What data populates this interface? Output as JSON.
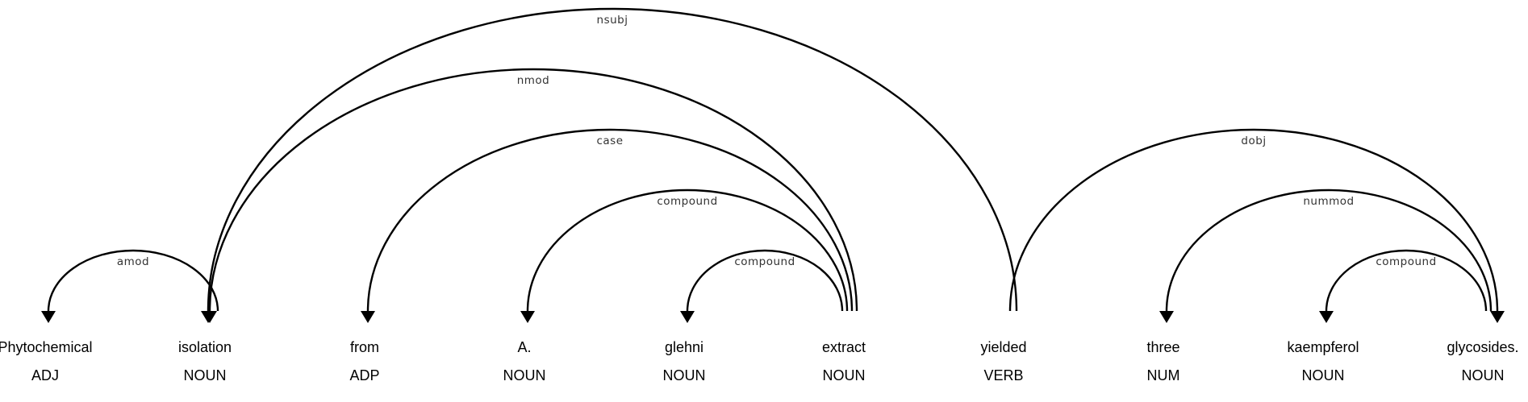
{
  "tokens": [
    {
      "text": "Phytochemical",
      "tag": "ADJ"
    },
    {
      "text": "isolation",
      "tag": "NOUN"
    },
    {
      "text": "from",
      "tag": "ADP"
    },
    {
      "text": "A.",
      "tag": "NOUN"
    },
    {
      "text": "glehni",
      "tag": "NOUN"
    },
    {
      "text": "extract",
      "tag": "NOUN"
    },
    {
      "text": "yielded",
      "tag": "VERB"
    },
    {
      "text": "three",
      "tag": "NUM"
    },
    {
      "text": "kaempferol",
      "tag": "NOUN"
    },
    {
      "text": "glycosides.",
      "tag": "NOUN"
    }
  ],
  "arcs": [
    {
      "label": "amod",
      "head": 1,
      "dep": 0
    },
    {
      "label": "nsubj",
      "head": 6,
      "dep": 1
    },
    {
      "label": "nmod",
      "head": 5,
      "dep": 1
    },
    {
      "label": "case",
      "head": 5,
      "dep": 2
    },
    {
      "label": "compound",
      "head": 5,
      "dep": 3
    },
    {
      "label": "compound",
      "head": 5,
      "dep": 4
    },
    {
      "label": "dobj",
      "head": 6,
      "dep": 9
    },
    {
      "label": "nummod",
      "head": 9,
      "dep": 7
    },
    {
      "label": "compound",
      "head": 9,
      "dep": 8
    }
  ]
}
